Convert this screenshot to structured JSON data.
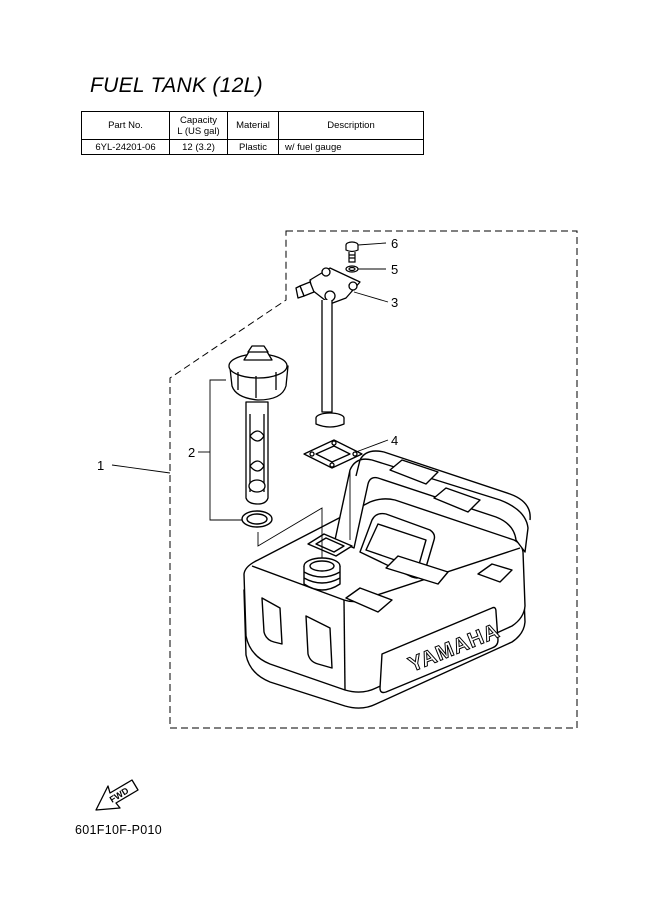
{
  "title": "FUEL TANK (12L)",
  "table": {
    "headers": {
      "part_no": "Part No.",
      "capacity_line1": "Capacity",
      "capacity_line2": "L (US gal)",
      "material": "Material",
      "description": "Description"
    },
    "rows": [
      {
        "part_no": "6YL-24201-06",
        "capacity": "12 (3.2)",
        "material": "Plastic",
        "description": "w/ fuel gauge"
      }
    ]
  },
  "callouts": {
    "c1": "1",
    "c2": "2",
    "c3": "3",
    "c4": "4",
    "c5": "5",
    "c6": "6"
  },
  "tank_brand": "YAMAHA",
  "fwd_label": "FWD",
  "diagram_code": "601F10F-P010"
}
